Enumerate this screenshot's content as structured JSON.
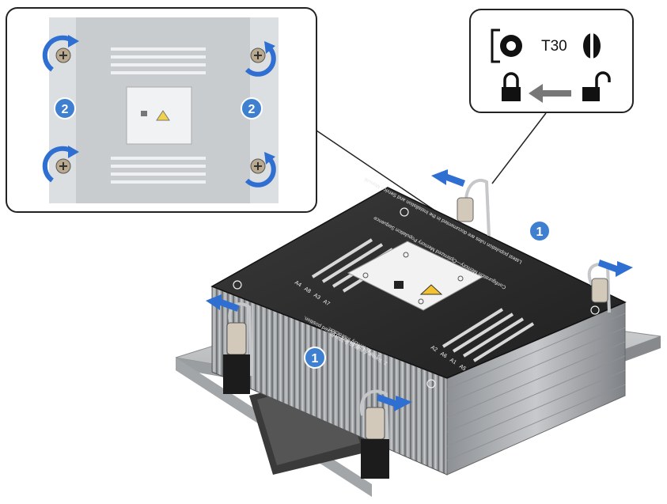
{
  "legend": {
    "tool_label": "T30",
    "tool_icon": "torx-bit-icon",
    "screwdriver_icon": "screwdriver-icon",
    "lock_icon": "padlock-locked-icon",
    "arrow_icon": "arrow-left-icon",
    "unlock_icon": "padlock-unlocked-icon"
  },
  "steps": {
    "release_wires": "1",
    "loosen_screws": "2"
  },
  "heatsink_label": {
    "title": "Configuration Memory—Optimized Memory Population Sequence",
    "line1": "Latest population rules are documented in the Installation and Service Manual.",
    "instructions_title": "Assembly Instruction:",
    "instruction1": "1. Move all 4 wires to locked position.",
    "instruction2": "2. Torque 4 nuts to 8-12in-lb.",
    "slot_labels_left": [
      "A4",
      "A8",
      "A3",
      "A7"
    ],
    "slot_labels_right": [
      "A2",
      "A6",
      "A1",
      "A5"
    ]
  },
  "colors": {
    "badge_blue": "#3f7fd0",
    "arrow_blue": "#2f6fd1",
    "heatsink_top": "#2b2b2b",
    "fin_metal": "#b9bcbf",
    "base_plate": "#c8cacb"
  }
}
